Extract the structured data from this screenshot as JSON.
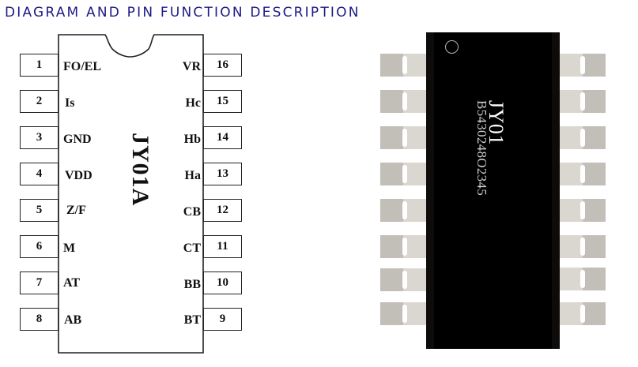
{
  "header": {
    "title": "DIAGRAM AND PIN FUNCTION DESCRIPTION",
    "title_color": "#1e1a86"
  },
  "schematic": {
    "part_name": "JY01A",
    "left_pins": [
      {
        "number": "1",
        "name": "FO/EL"
      },
      {
        "number": "2",
        "name": "Is"
      },
      {
        "number": "3",
        "name": "GND"
      },
      {
        "number": "4",
        "name": "VDD"
      },
      {
        "number": "5",
        "name": "Z/F"
      },
      {
        "number": "6",
        "name": "M"
      },
      {
        "number": "7",
        "name": "AT"
      },
      {
        "number": "8",
        "name": "AB"
      }
    ],
    "right_pins": [
      {
        "number": "16",
        "name": "VR"
      },
      {
        "number": "15",
        "name": "Hc"
      },
      {
        "number": "14",
        "name": "Hb"
      },
      {
        "number": "13",
        "name": "Ha"
      },
      {
        "number": "12",
        "name": "CB"
      },
      {
        "number": "11",
        "name": "CT"
      },
      {
        "number": "10",
        "name": "BB"
      },
      {
        "number": "9",
        "name": "BT"
      }
    ]
  },
  "package_photo": {
    "marking_line1": "JY01",
    "marking_line2": "B5430248O2345",
    "body_color": "#000000",
    "lead_color_dark": "#c2beb8",
    "lead_color_light": "#dad7d0",
    "leads_per_side": 8
  }
}
